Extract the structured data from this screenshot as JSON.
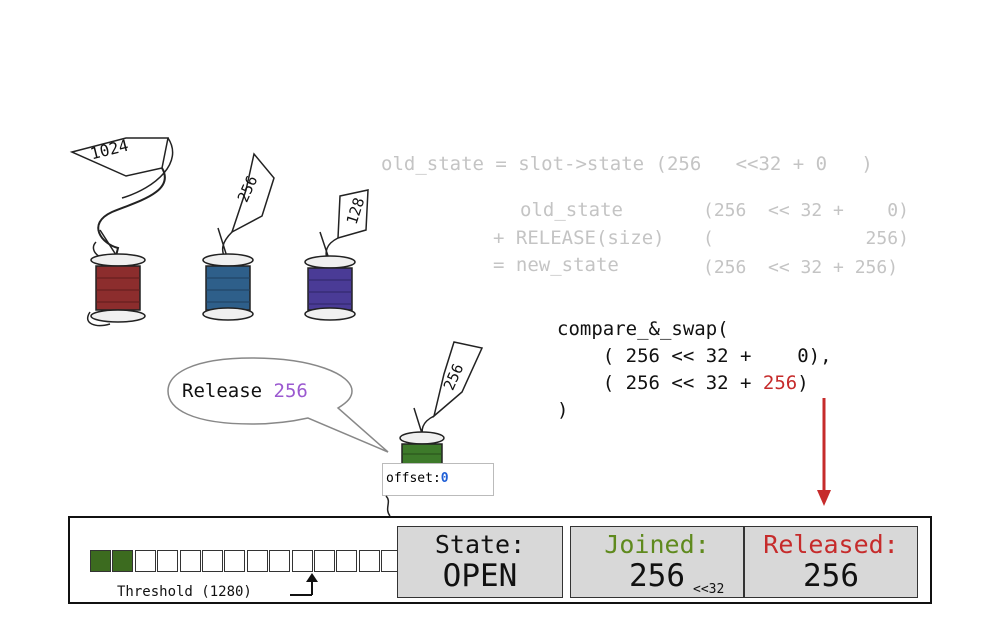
{
  "code": {
    "line1": "old_state = slot->state (256   <<32 + 0   )",
    "sum": {
      "row1_label": "old_state",
      "row1_value": "(256  << 32 +    0)",
      "row2_label": "+ RELEASE(size)",
      "row2_value": "(              256)",
      "row3_label": "= new_state",
      "row3_value": "(256  << 32 + 256)"
    },
    "cas": {
      "line1": "compare_&_swap(",
      "line2": "    ( 256 << 32 +    0),",
      "line3_prefix": "    ( 256 << 32 + ",
      "line3_value": "256",
      "line3_suffix": ")",
      "line4": ")"
    }
  },
  "spools": {
    "red": "1024",
    "blue": "256",
    "purple": "128",
    "green": "256"
  },
  "bubble": {
    "text": "Release",
    "value": "256"
  },
  "offset_box": {
    "label": "offset:",
    "value": "0"
  },
  "panel": {
    "threshold_label": "Threshold (1280)",
    "cells_total": 14,
    "cells_filled": 2,
    "state": {
      "label": "State:",
      "value": "OPEN"
    },
    "joined": {
      "label": "Joined:",
      "value": "256",
      "suffix": "<<32"
    },
    "released": {
      "label": "Released:",
      "value": "256"
    }
  },
  "colors": {
    "faded_code": "#c4c4c4",
    "release_value": "#9b59d0",
    "offset_value": "#1f5fd6",
    "red_accent": "#c62b2b",
    "joined_green": "#5f8a1e",
    "filled_cell": "#3c6b1f",
    "panel_box": "#d8d8d8"
  }
}
